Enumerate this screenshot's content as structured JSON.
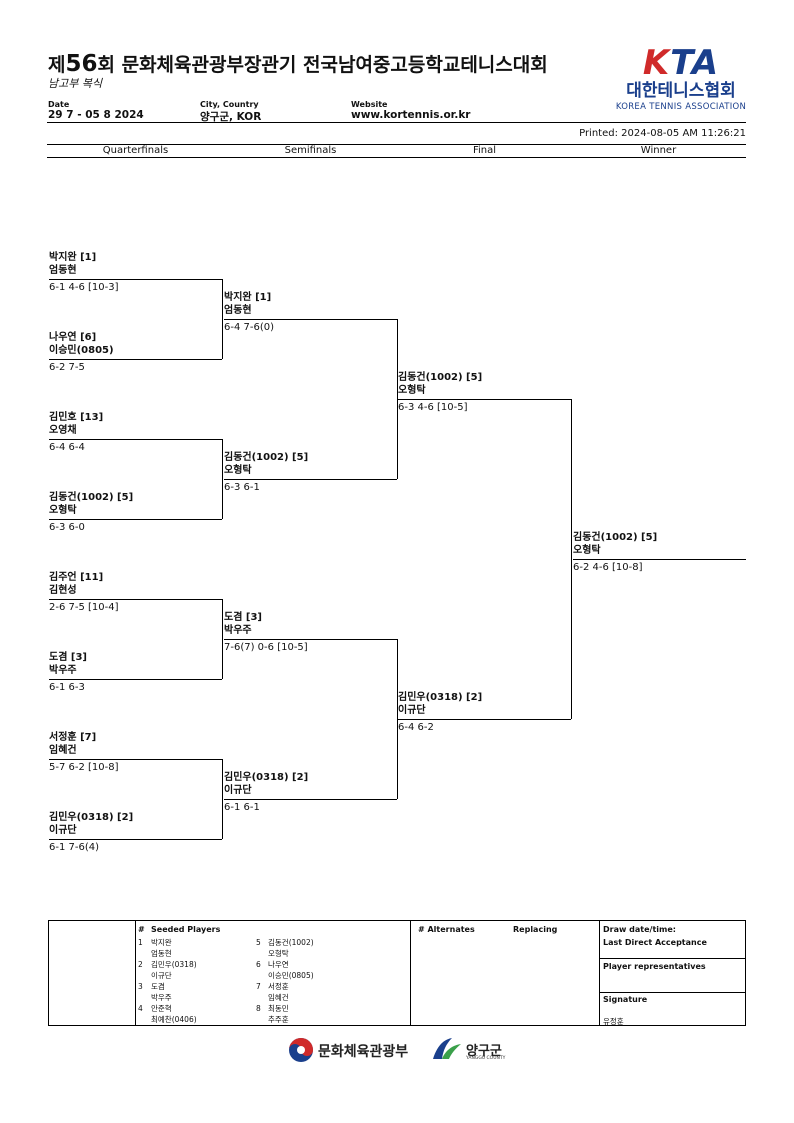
{
  "header": {
    "title_prefix": "제",
    "title_num": "56",
    "title_rest": "회 문화체육관광부장관기 전국남여중고등학교테니스대회",
    "subtitle": "남고부 복식",
    "date_label": "Date",
    "date_value": "29 7 - 05 8 2024",
    "city_label": "City, Country",
    "city_value": "양구군, KOR",
    "website_label": "Website",
    "website_value": "www.kortennis.or.kr",
    "printed": "Printed: 2024-08-05 AM 11:26:21"
  },
  "logo": {
    "kta_k": "K",
    "kta_ta": "TA",
    "korean": "대한테니스협회",
    "english": "KOREA TENNIS ASSOCIATION"
  },
  "rounds": [
    "Quarterfinals",
    "Semifinals",
    "Final",
    "Winner"
  ],
  "qf": [
    {
      "p1": "박지완 [1]",
      "p2": "엄동현",
      "score": "6-1 4-6 [10-3]"
    },
    {
      "p1": "나우연 [6]",
      "p2": "이승민(0805)",
      "score": "6-2 7-5"
    },
    {
      "p1": "김민호 [13]",
      "p2": "오영채",
      "score": "6-4 6-4"
    },
    {
      "p1": "김동건(1002) [5]",
      "p2": "오형탁",
      "score": "6-3 6-0"
    },
    {
      "p1": "김주언 [11]",
      "p2": "김현성",
      "score": "2-6 7-5 [10-4]"
    },
    {
      "p1": "도겸 [3]",
      "p2": "박우주",
      "score": "6-1 6-3"
    },
    {
      "p1": "서정훈 [7]",
      "p2": "임혜건",
      "score": "5-7 6-2 [10-8]"
    },
    {
      "p1": "김민우(0318) [2]",
      "p2": "이규단",
      "score": "6-1 7-6(4)"
    }
  ],
  "sf": [
    {
      "p1": "박지완 [1]",
      "p2": "엄동현",
      "score": "6-4 7-6(0)"
    },
    {
      "p1": "김동건(1002) [5]",
      "p2": "오형탁",
      "score": "6-3 6-1"
    },
    {
      "p1": "도겸 [3]",
      "p2": "박우주",
      "score": "7-6(7) 0-6 [10-5]"
    },
    {
      "p1": "김민우(0318) [2]",
      "p2": "이규단",
      "score": "6-1 6-1"
    }
  ],
  "final": [
    {
      "p1": "김동건(1002) [5]",
      "p2": "오형탁",
      "score": "6-3 4-6 [10-5]"
    },
    {
      "p1": "김민우(0318) [2]",
      "p2": "이규단",
      "score": "6-4 6-2"
    }
  ],
  "winner": {
    "p1": "김동건(1002) [5]",
    "p2": "오형탁",
    "score": "6-2 4-6 [10-8]"
  },
  "footer": {
    "seeded_hash": "#",
    "seeded_title": "Seeded Players",
    "seeds_left": [
      {
        "n": "1",
        "a": "박지완",
        "b": "엄동현"
      },
      {
        "n": "2",
        "a": "김민우(0318)",
        "b": "이규단"
      },
      {
        "n": "3",
        "a": "도겸",
        "b": "박우주"
      },
      {
        "n": "4",
        "a": "안준혁",
        "b": "최예찬(0406)"
      }
    ],
    "seeds_right": [
      {
        "n": "5",
        "a": "김동건(1002)",
        "b": "오형탁"
      },
      {
        "n": "6",
        "a": "나우연",
        "b": "이승민(0805)"
      },
      {
        "n": "7",
        "a": "서정훈",
        "b": "임혜건"
      },
      {
        "n": "8",
        "a": "최동민",
        "b": "추주훈"
      }
    ],
    "alternates": "# Alternates",
    "replacing": "Replacing",
    "draw_date": "Draw date/time:",
    "last_direct": "Last Direct Acceptance",
    "player_reps": "Player representatives",
    "signature": "Signature",
    "signer": "유정훈"
  },
  "sponsors": {
    "ministry": "문화체육관광부",
    "county": "양구군",
    "county_en": "YANGGU COUNTY"
  },
  "colors": {
    "kta_blue": "#1a3f8c",
    "kta_red": "#d02a2a"
  }
}
